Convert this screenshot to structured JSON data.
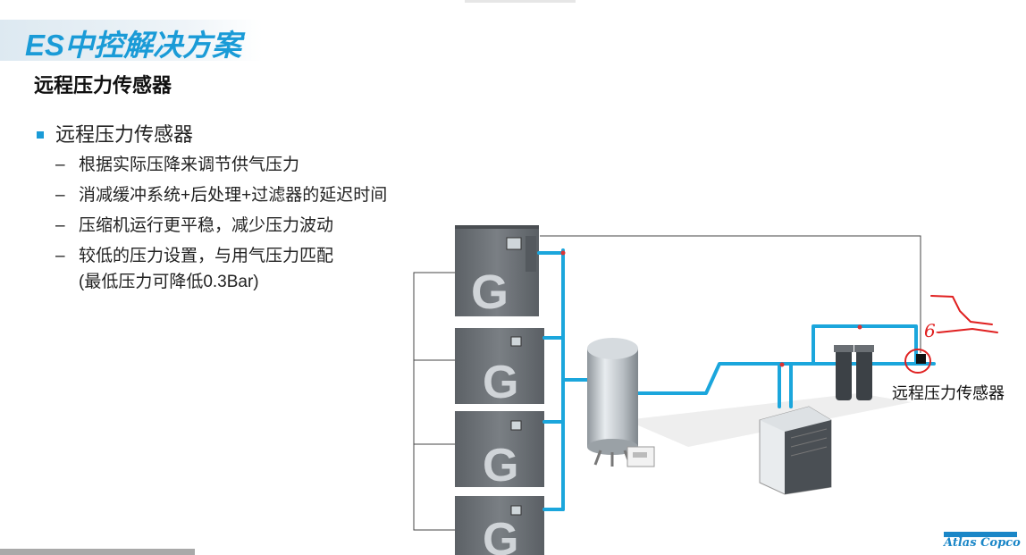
{
  "slide": {
    "title": "ES中控解决方案",
    "subtitle": "远程压力传感器"
  },
  "content": {
    "bullet": "远程压力传感器",
    "sub_items": [
      "根据实际压降来调节供气压力",
      "消减缓冲系统+后处理+过滤器的延迟时间",
      "压缩机运行更平稳，减少压力波动",
      "较低的压力设置，与用气压力匹配"
    ],
    "note": "(最低压力可降低0.3Bar)",
    "dash": "–"
  },
  "diagram": {
    "sensor_label": "远程压力传感器",
    "handwriting": "6-",
    "compressor_letter": "G",
    "pipe_color": "#1ba6dc",
    "compressor_color": "#6e7378"
  },
  "brand": {
    "logo_text": "Atlas Copco",
    "color": "#1a86c7"
  }
}
